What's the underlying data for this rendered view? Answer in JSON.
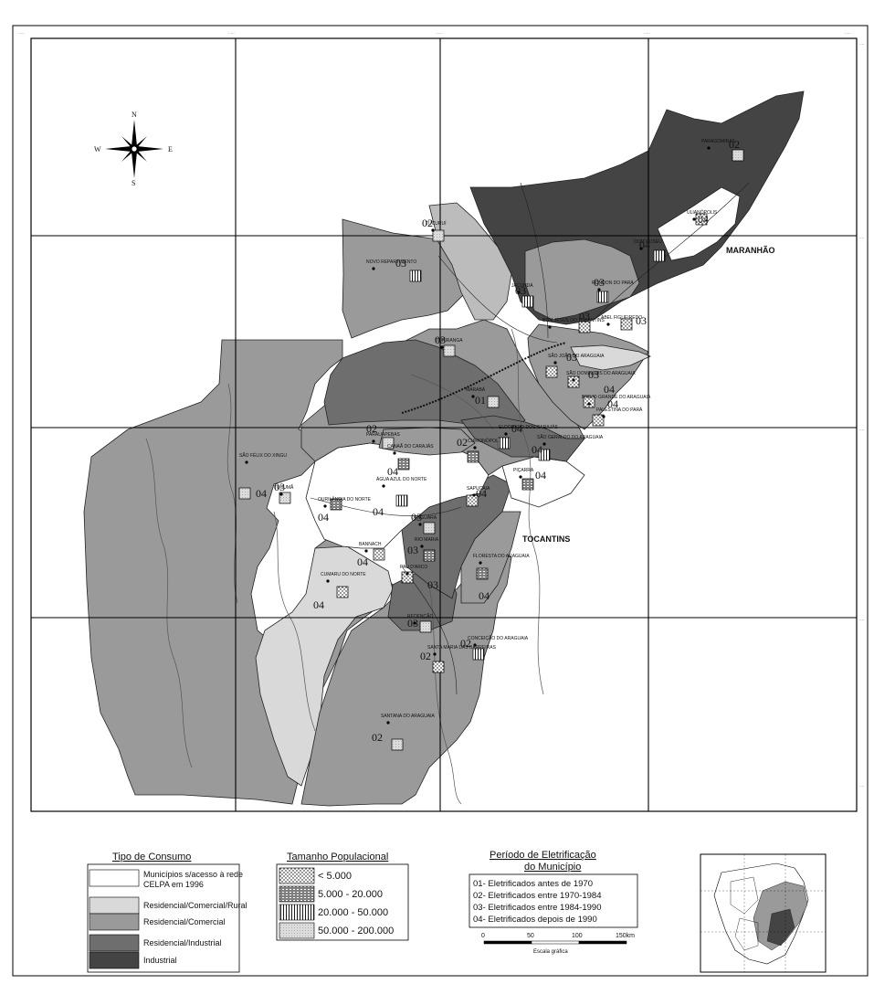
{
  "colors": {
    "sem_acesso": "#ffffff",
    "rural": "#d9d9d9",
    "comercial": "#9a9a9a",
    "industrial_res": "#6e6e6e",
    "industrial": "#444444"
  },
  "compass": {
    "n": "N",
    "s": "S",
    "e": "E",
    "w": "W"
  },
  "regions": {
    "maranhao": "MARANHÃO",
    "tocantins": "TOCANTINS"
  },
  "map_labels": [
    {
      "t": "PARAGOMINAS",
      "code": "02",
      "pop": "p4"
    },
    {
      "t": "ULIANÓPOLIS",
      "code": "04",
      "pop": "p1"
    },
    {
      "t": "TUCURUÍ",
      "code": "02",
      "pop": "p4"
    },
    {
      "t": "RONDON DO PARÁ",
      "code": "03",
      "pop": "p3"
    },
    {
      "t": "DOM ELISEU",
      "code": "04",
      "pop": "p3"
    },
    {
      "t": "NOVO REPARTIMENTO",
      "code": "03",
      "pop": "p3"
    },
    {
      "t": "JACUNDÁ",
      "code": "03",
      "pop": "p3"
    },
    {
      "t": "ABEL FIGUEIREDO",
      "code": "03",
      "pop": "p1"
    },
    {
      "t": "BOM JESUS DO TOCANTINS",
      "code": "03",
      "pop": "p1"
    },
    {
      "t": "ITUPIRANGA",
      "code": "03",
      "pop": "p4"
    },
    {
      "t": "MARABÁ",
      "code": "01",
      "pop": "p4"
    },
    {
      "t": "SÃO JOÃO DO ARAGUAIA",
      "code": "03",
      "pop": "p1"
    },
    {
      "t": "SÃO DOMINGOS DO ARAGUAIA",
      "code": "03",
      "pop": "p1"
    },
    {
      "t": "BREJO GRANDE DO ARAGUAIA",
      "code": "04",
      "pop": "p1"
    },
    {
      "t": "PALESTINA DO PARÁ",
      "code": "04",
      "pop": "p1"
    },
    {
      "t": "PARAUAPEBAS",
      "code": "02",
      "pop": "p4"
    },
    {
      "t": "CURIONÓPOLIS",
      "code": "02",
      "pop": "p2"
    },
    {
      "t": "ELDORADO DOS CARAJÁS",
      "code": "04",
      "pop": "p3"
    },
    {
      "t": "SÃO GERALDO DO ARAGUAIA",
      "code": "04",
      "pop": "p3"
    },
    {
      "t": "CANAÃ DO CARAJÁS",
      "code": "04",
      "pop": "p2"
    },
    {
      "t": "PIÇARRA",
      "code": "04",
      "pop": "p2"
    },
    {
      "t": "ÁGUA AZUL DO NORTE",
      "code": "04",
      "pop": "p3"
    },
    {
      "t": "SÃO FÉLIX DO XINGU",
      "code": "04",
      "pop": "p4"
    },
    {
      "t": "TUCUMÃ",
      "code": "03",
      "pop": "p4"
    },
    {
      "t": "OURILÂNDIA DO NORTE",
      "code": "04",
      "pop": "p2"
    },
    {
      "t": "XINGUARA",
      "code": "03",
      "pop": "p4"
    },
    {
      "t": "BANNACH",
      "code": "04",
      "pop": "p1"
    },
    {
      "t": "RIO MARIA",
      "code": "03",
      "pop": "p2"
    },
    {
      "t": "CUMARU DO NORTE",
      "code": "04",
      "pop": "p1"
    },
    {
      "t": "FLORESTA DO ARAGUAIA",
      "code": "04",
      "pop": "p2"
    },
    {
      "t": "REDENÇÃO",
      "code": "03",
      "pop": "p4"
    },
    {
      "t": "CONCEIÇÃO DO ARAGUAIA",
      "code": "02",
      "pop": "p3"
    },
    {
      "t": "SANTA MARIA DAS BARREIRAS",
      "code": "02",
      "pop": "p1"
    },
    {
      "t": "SANTANA DO ARAGUAIA",
      "code": "02",
      "pop": "p4"
    },
    {
      "t": "SAPUCAIA",
      "code": "04",
      "pop": "p1"
    },
    {
      "t": "PAU D'ARCO",
      "code": "03",
      "pop": "p1"
    }
  ],
  "legend": {
    "consumo": {
      "title": "Tipo de Consumo",
      "items": [
        {
          "label": "Municípios s/acesso à rede CELPA em 1996",
          "color": "#ffffff"
        },
        {
          "label": "Residencial/Comercial/Rural",
          "color": "#d9d9d9"
        },
        {
          "label": "Residencial/Comercial",
          "color": "#9a9a9a"
        },
        {
          "label": "Residencial/Industrial",
          "color": "#6e6e6e"
        },
        {
          "label": "Industrial",
          "color": "#444444"
        }
      ]
    },
    "populacao": {
      "title": "Tamanho Populacional",
      "items": [
        {
          "label": "< 5.000",
          "pattern": "p1"
        },
        {
          "label": "5.000 - 20.000",
          "pattern": "p2"
        },
        {
          "label": "20.000 - 50.000",
          "pattern": "p3"
        },
        {
          "label": "50.000 - 200.000",
          "pattern": "p4"
        }
      ]
    },
    "periodo": {
      "title_line1": "Período de Eletrificação",
      "title_line2": "do Município",
      "items": [
        "01- Eletrificados antes de 1970",
        "02- Eletrificados entre 1970-1984",
        "03- Eletrificados entre 1984-1990",
        "04- Eletrificados depois de 1990"
      ]
    },
    "scale": {
      "ticks": [
        "0",
        "50",
        "100",
        "150km"
      ],
      "label": "Escala gráfica"
    }
  }
}
